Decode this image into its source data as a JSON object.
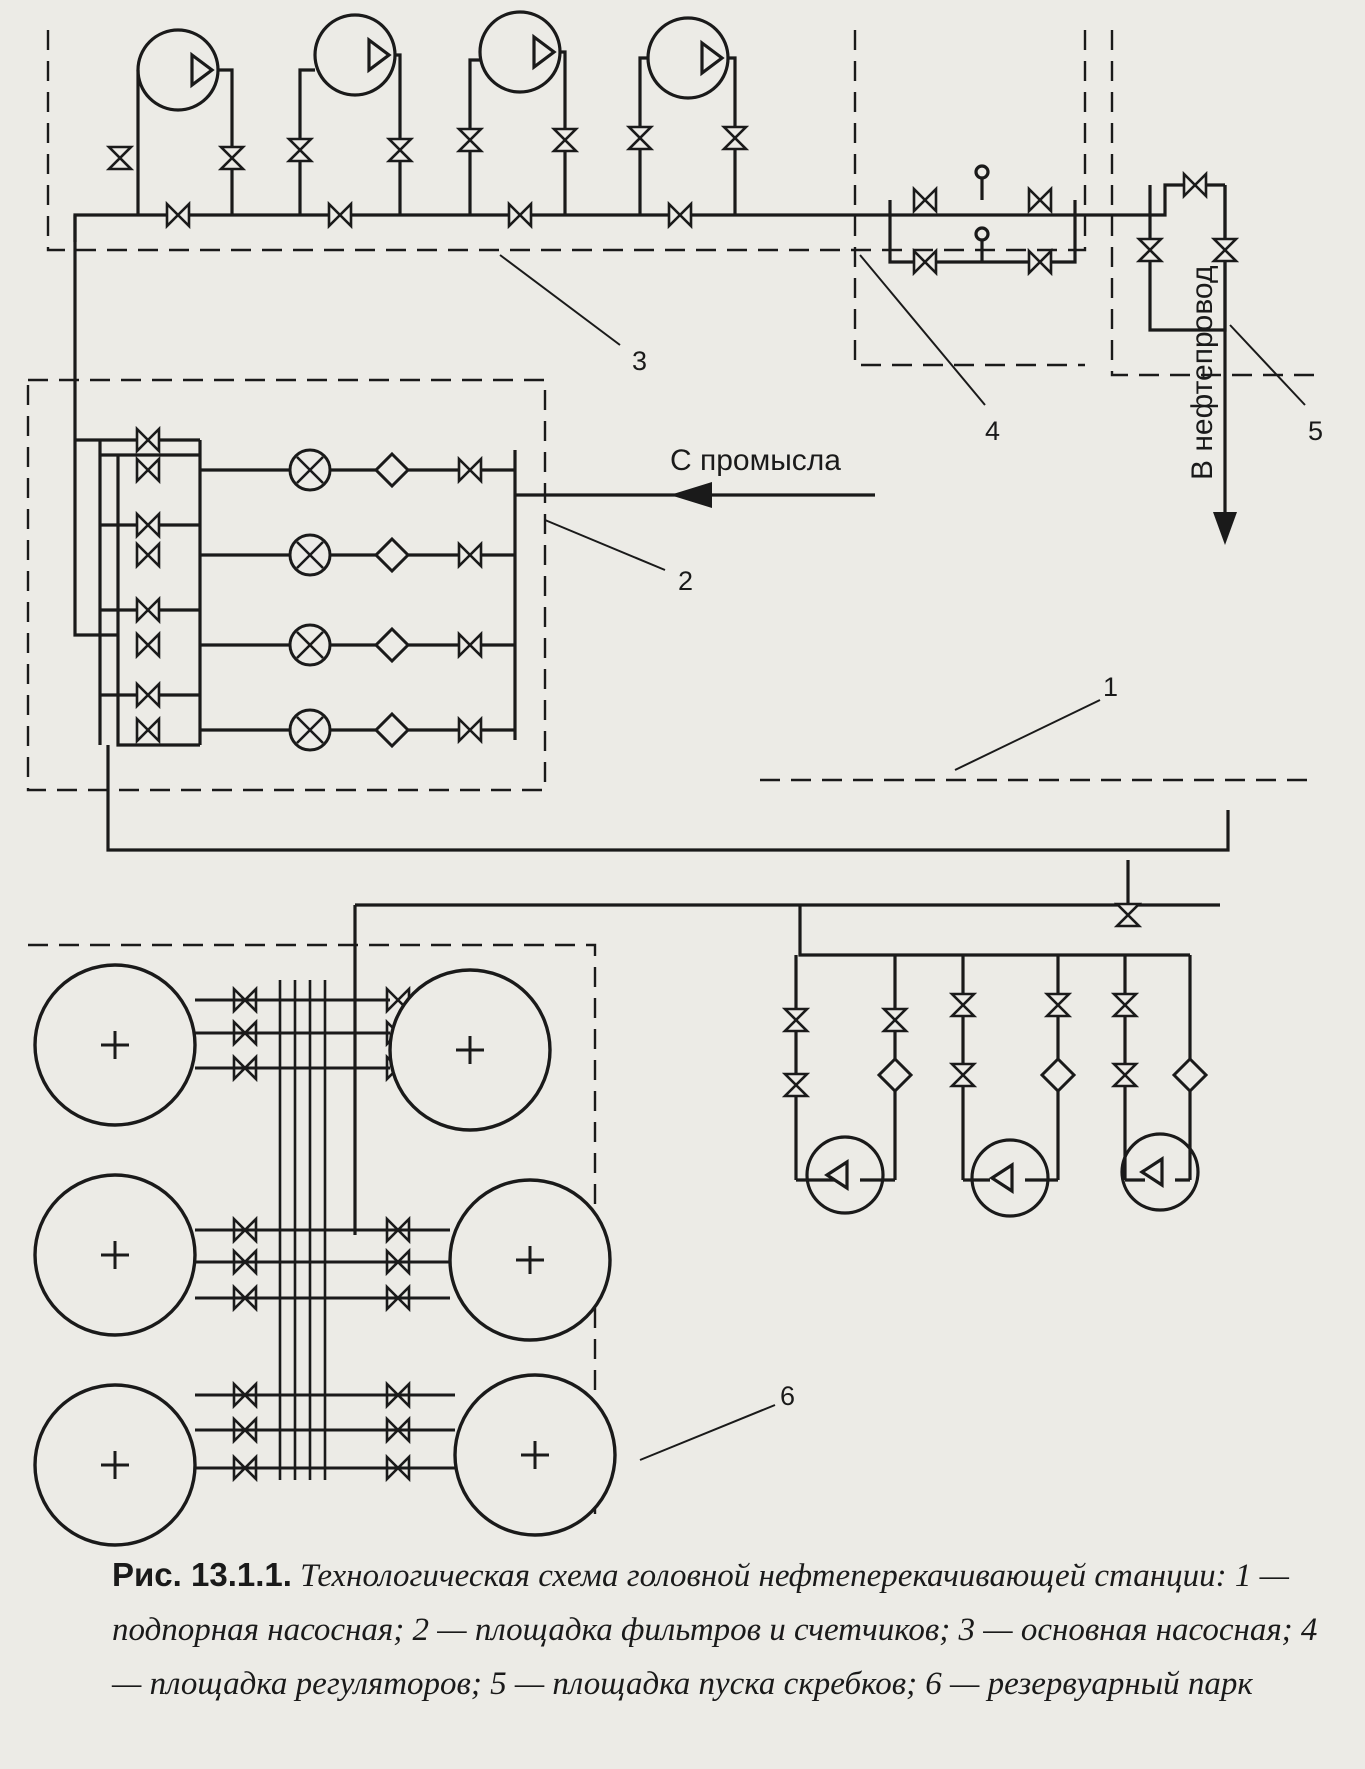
{
  "labels": {
    "from_field": "С промысла",
    "to_pipeline": "В нефтепровод"
  },
  "callouts": [
    "1",
    "2",
    "3",
    "4",
    "5",
    "6"
  ],
  "caption": {
    "lead": "Рис. 13.1.1.",
    "text": "Технологическая схема головной нефтеперекачивающей станции: 1 — подпорная насосная; 2 — площадка фильтров и счетчиков; 3 — основная насосная; 4 — площадка регуляторов; 5 — площадка пуска скребков; 6 — резервуарный парк"
  },
  "colors": {
    "ink": "#1a1a1a",
    "paper": "#ecebe6"
  }
}
